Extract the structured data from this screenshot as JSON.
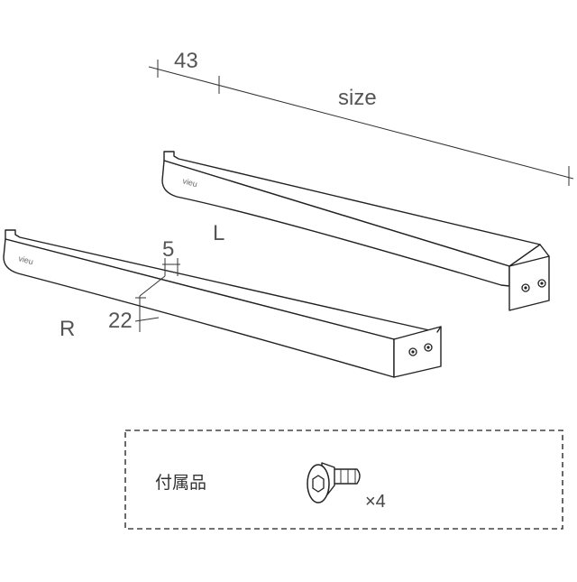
{
  "dimensions": {
    "offset_label": "43",
    "length_label": "size",
    "thickness_label": "5",
    "height_label": "22"
  },
  "parts": {
    "left_label": "L",
    "right_label": "R",
    "brand_text": "vieu"
  },
  "accessories": {
    "label": "付属品",
    "quantity": "×4",
    "item_icon": "countersunk-hex-screw-icon"
  }
}
